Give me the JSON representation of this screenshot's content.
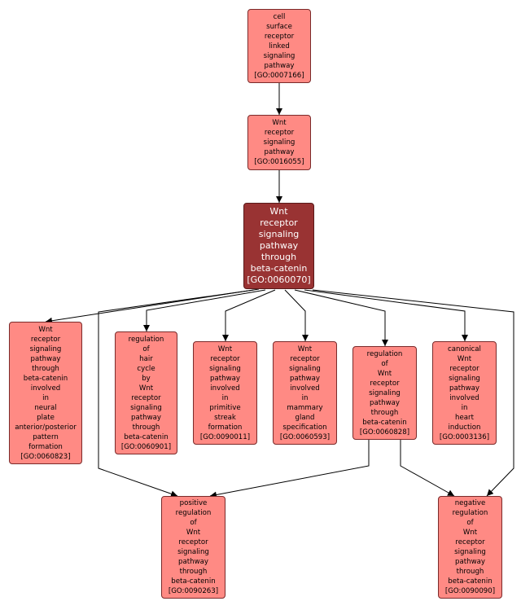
{
  "colors": {
    "node_fill": "#ff8a84",
    "focus_fill": "#993333",
    "edge": "#000000"
  },
  "nodes": {
    "n1": {
      "lines": [
        "cell",
        "surface",
        "receptor",
        "linked",
        "signaling",
        "pathway",
        "[GO:0007166]"
      ]
    },
    "n2": {
      "lines": [
        "Wnt",
        "receptor",
        "signaling",
        "pathway",
        "[GO:0016055]"
      ]
    },
    "n3": {
      "lines": [
        "Wnt",
        "receptor",
        "signaling",
        "pathway",
        "through",
        "beta-catenin",
        "[GO:0060070]"
      ]
    },
    "a": {
      "lines": [
        "Wnt",
        "receptor",
        "signaling",
        "pathway",
        "through",
        "beta-catenin",
        "involved",
        "in",
        "neural",
        "plate",
        "anterior/posterior",
        "pattern",
        "formation",
        "[GO:0060823]"
      ]
    },
    "b": {
      "lines": [
        "regulation",
        "of",
        "hair",
        "cycle",
        "by",
        "Wnt",
        "receptor",
        "signaling",
        "pathway",
        "through",
        "beta-catenin",
        "[GO:0060901]"
      ]
    },
    "c": {
      "lines": [
        "Wnt",
        "receptor",
        "signaling",
        "pathway",
        "involved",
        "in",
        "primitive",
        "streak",
        "formation",
        "[GO:0090011]"
      ]
    },
    "d": {
      "lines": [
        "Wnt",
        "receptor",
        "signaling",
        "pathway",
        "involved",
        "in",
        "mammary",
        "gland",
        "specification",
        "[GO:0060593]"
      ]
    },
    "e": {
      "lines": [
        "regulation",
        "of",
        "Wnt",
        "receptor",
        "signaling",
        "pathway",
        "through",
        "beta-catenin",
        "[GO:0060828]"
      ]
    },
    "f": {
      "lines": [
        "canonical",
        "Wnt",
        "receptor",
        "signaling",
        "pathway",
        "involved",
        "in",
        "heart",
        "induction",
        "[GO:0003136]"
      ]
    },
    "g": {
      "lines": [
        "positive",
        "regulation",
        "of",
        "Wnt",
        "receptor",
        "signaling",
        "pathway",
        "through",
        "beta-catenin",
        "[GO:0090263]"
      ]
    },
    "h": {
      "lines": [
        "negative",
        "regulation",
        "of",
        "Wnt",
        "receptor",
        "signaling",
        "pathway",
        "through",
        "beta-catenin",
        "[GO:0090090]"
      ]
    }
  }
}
